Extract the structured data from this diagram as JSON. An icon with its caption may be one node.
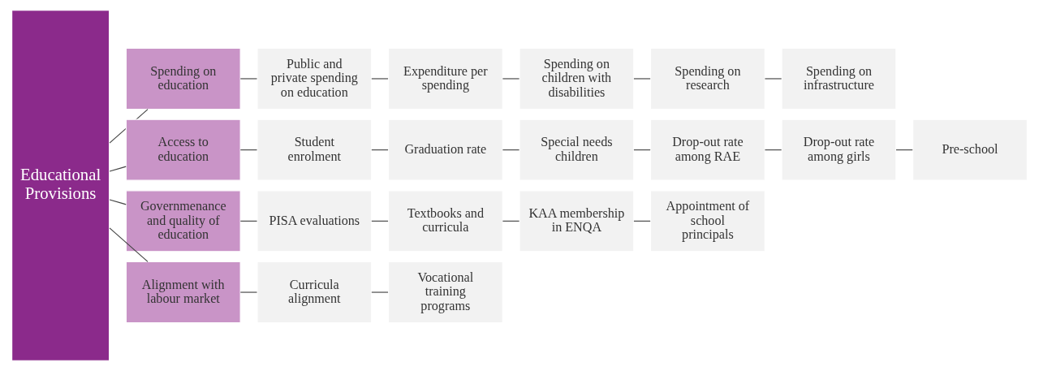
{
  "diagram": {
    "nodes": [
      {
        "text": [
          "Educational Provisions"
        ]
      },
      {
        "text": [
          "Spending on education"
        ]
      },
      {
        "text": [
          "Public and private spending on education"
        ]
      },
      {
        "text": [
          "Expenditure per spending"
        ]
      },
      {
        "text": [
          "Spending on children with disabilities"
        ]
      },
      {
        "text": [
          "Spending on research"
        ]
      },
      {
        "text": [
          "Spending on infrastructure"
        ]
      },
      {
        "text": [
          "Access to education"
        ]
      },
      {
        "text": [
          "Student enrolment"
        ]
      },
      {
        "text": [
          "Graduation rate"
        ]
      },
      {
        "text": [
          "Special needs children"
        ]
      },
      {
        "text": [
          "Drop-out rate among RAE"
        ]
      },
      {
        "text": [
          "Drop-out rate among girls"
        ]
      },
      {
        "text": [
          "Pre-school"
        ]
      },
      {
        "text": [
          "Governmenance and quality of education"
        ]
      },
      {
        "text": [
          "PISA evaluations"
        ]
      },
      {
        "text": [
          "Textbooks and curricula"
        ]
      },
      {
        "text": [
          "KAA membership in ENQA"
        ]
      },
      {
        "text": [
          "Appointment of school principals"
        ]
      },
      {
        "text": [
          "Alignment with labour market"
        ]
      },
      {
        "text": [
          "Curricula alignment"
        ]
      },
      {
        "text": [
          "Vocational training programs"
        ]
      }
    ],
    "edges": [
      {
        "from": 0,
        "to": 1,
        "arrow": "none"
      },
      {
        "from": 1,
        "to": 2,
        "arrow": "none"
      },
      {
        "from": 2,
        "to": 3,
        "arrow": "none"
      },
      {
        "from": 3,
        "to": 4,
        "arrow": "none"
      },
      {
        "from": 4,
        "to": 5,
        "arrow": "none"
      },
      {
        "from": 5,
        "to": 6,
        "arrow": "none"
      },
      {
        "from": 0,
        "to": 7,
        "arrow": "none"
      },
      {
        "from": 7,
        "to": 8,
        "arrow": "none"
      },
      {
        "from": 8,
        "to": 9,
        "arrow": "none"
      },
      {
        "from": 9,
        "to": 10,
        "arrow": "none"
      },
      {
        "from": 10,
        "to": 11,
        "arrow": "none"
      },
      {
        "from": 11,
        "to": 12,
        "arrow": "none"
      },
      {
        "from": 12,
        "to": 13,
        "arrow": "none"
      },
      {
        "from": 0,
        "to": 14,
        "arrow": "none"
      },
      {
        "from": 14,
        "to": 15,
        "arrow": "none"
      },
      {
        "from": 15,
        "to": 16,
        "arrow": "none"
      },
      {
        "from": 16,
        "to": 17,
        "arrow": "none"
      },
      {
        "from": 17,
        "to": 18,
        "arrow": "none"
      },
      {
        "from": 0,
        "to": 19,
        "arrow": "none"
      },
      {
        "from": 19,
        "to": 20,
        "arrow": "none"
      },
      {
        "from": 20,
        "to": 21,
        "arrow": "none"
      }
    ]
  }
}
